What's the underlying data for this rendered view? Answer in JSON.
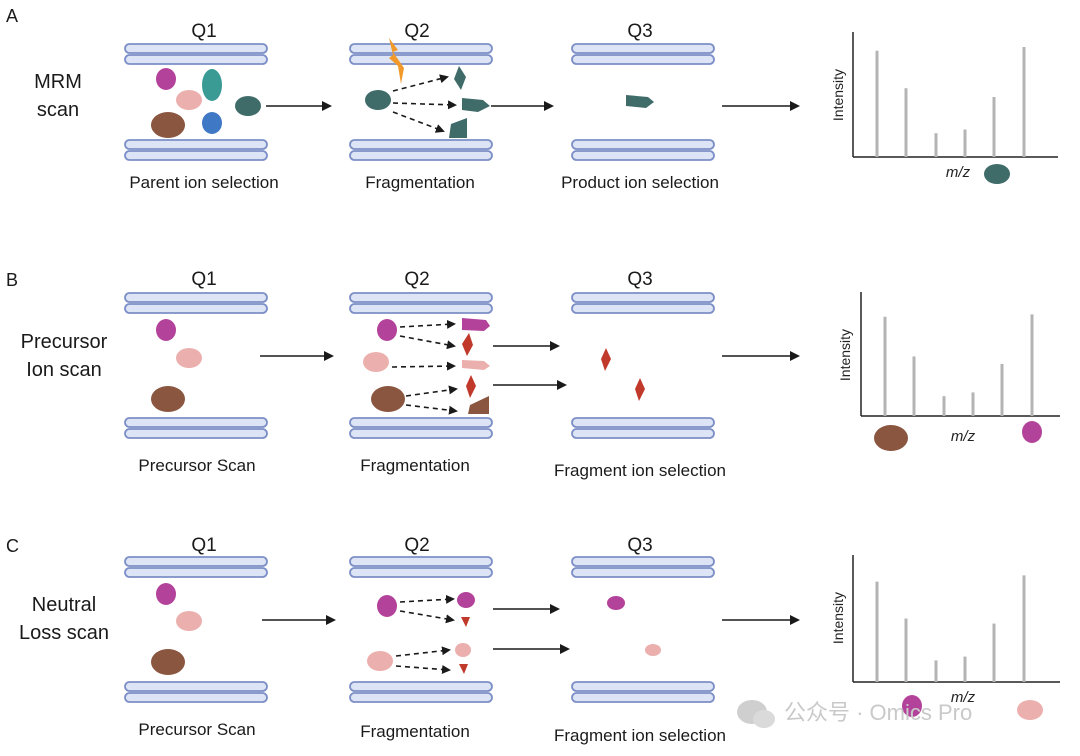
{
  "colors": {
    "rod_fill": "#dde4f5",
    "rod_stroke": "#7c8fc6",
    "magenta": "#b3439a",
    "pink": "#ebb0ae",
    "brown": "#8a5640",
    "teal": "#3a9a94",
    "blue": "#3f78c4",
    "dark_teal": "#3f6b69",
    "red": "#c0392b",
    "orange": "#f19a2b",
    "peak": "#b4b4b4"
  },
  "panels": [
    {
      "letter": "A",
      "side_label": [
        "MRM",
        "scan"
      ],
      "q1": "Q1",
      "q2": "Q2",
      "q3": "Q3",
      "q1_caption": "Parent ion selection",
      "q2_caption": "Fragmentation",
      "q3_caption": "Product ion selection",
      "y_axis": "Intensity",
      "x_axis": "m/z",
      "peaks": [
        0.85,
        0.55,
        0.19,
        0.22,
        0.48,
        0.88
      ]
    },
    {
      "letter": "B",
      "side_label": [
        "Precursor",
        "Ion scan"
      ],
      "q1": "Q1",
      "q2": "Q2",
      "q3": "Q3",
      "q1_caption": "Precursor Scan",
      "q2_caption": "Fragmentation",
      "q3_caption": "Fragment ion selection",
      "y_axis": "Intensity",
      "x_axis": "m/z",
      "peaks": [
        0.8,
        0.48,
        0.16,
        0.19,
        0.42,
        0.82
      ]
    },
    {
      "letter": "C",
      "side_label": [
        "Neutral",
        "Loss scan"
      ],
      "q1": "Q1",
      "q2": "Q2",
      "q3": "Q3",
      "q1_caption": "Precursor Scan",
      "q2_caption": "Fragmentation",
      "q3_caption": "Fragment ion selection",
      "y_axis": "Intensity",
      "x_axis": "m/z",
      "peaks": [
        0.79,
        0.5,
        0.17,
        0.2,
        0.46,
        0.84
      ]
    }
  ],
  "watermark": "公众号 · Omics Pro"
}
